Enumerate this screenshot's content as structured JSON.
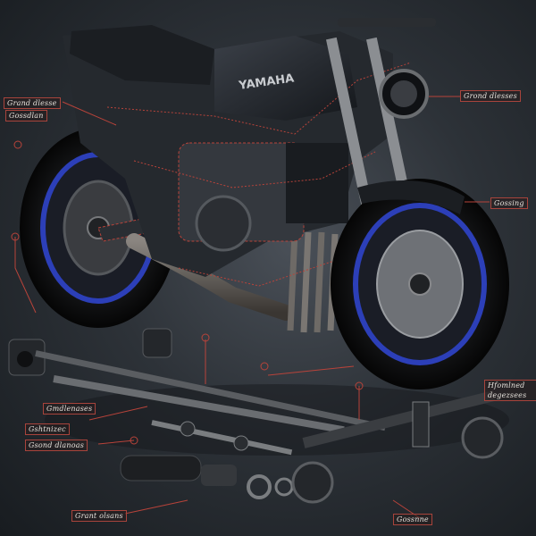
{
  "brand": "YAMAHA",
  "colors": {
    "background": "#2d3238",
    "frame": "#3a3e44",
    "rim_accent": "#2c3fb8",
    "callout_line": "#b8433a",
    "tire": "#121315"
  },
  "callouts": [
    {
      "id": "top-left",
      "text": "Grand dlesse"
    },
    {
      "id": "left-sub",
      "text": "Gossdlan"
    },
    {
      "id": "top-right",
      "text": "Grond dlesses"
    },
    {
      "id": "right-mid",
      "text": "Gossing"
    },
    {
      "id": "right-low",
      "text": "Hfomlned degezsees"
    },
    {
      "id": "mid-left-1",
      "text": "Gmdlenases"
    },
    {
      "id": "mid-left-2",
      "text": "Gshtnizec"
    },
    {
      "id": "mid-left-3",
      "text": "Gsond dlanoas"
    },
    {
      "id": "bottom-left",
      "text": "Grant olsans"
    },
    {
      "id": "bottom-right",
      "text": "Gossnne"
    }
  ]
}
